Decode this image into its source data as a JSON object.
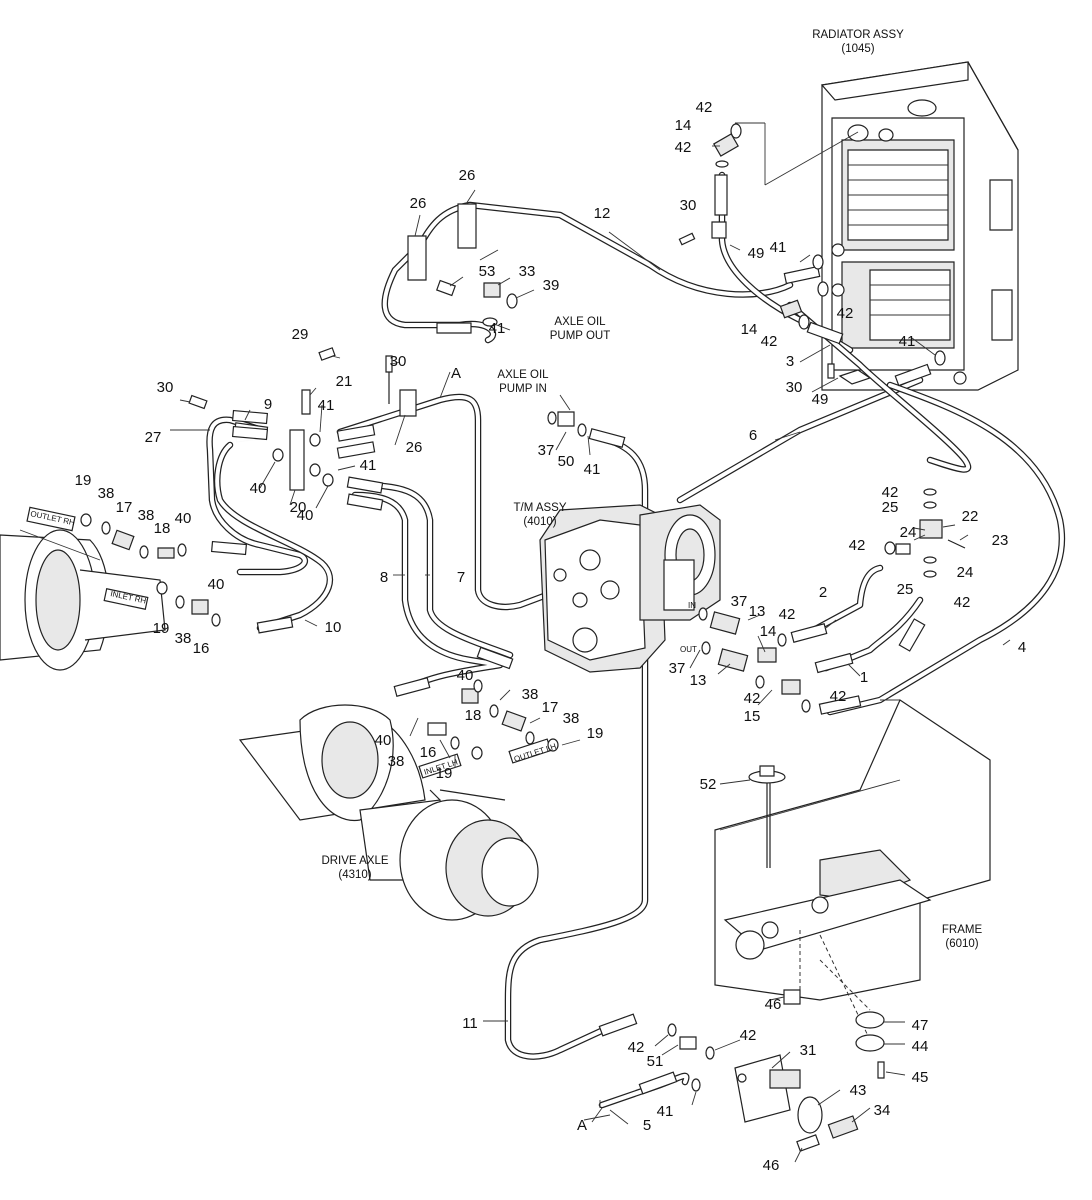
{
  "assemblies": {
    "radiator": {
      "name": "RADIATOR ASSY",
      "code": "(1045)"
    },
    "transmission": {
      "name": "T/M ASSY",
      "code": "(4010)"
    },
    "drive_axle": {
      "name": "DRIVE AXLE",
      "code": "(4310)"
    },
    "frame": {
      "name": "FRAME",
      "code": "(6010)"
    }
  },
  "annotations": {
    "axle_oil_pump_out_1": "AXLE OIL",
    "axle_oil_pump_out_2": "PUMP OUT",
    "axle_oil_pump_in_1": "AXLE OIL",
    "axle_oil_pump_in_2": "PUMP IN",
    "port_in": "IN",
    "port_out": "OUT",
    "outlet_rh": "OUTLET RH",
    "inlet_rh": "INLET RH",
    "inlet_lh": "INLET LH",
    "outlet_lh": "OUTLET LH",
    "connector_a": "A"
  },
  "part_labels": [
    "42",
    "14",
    "42",
    "30",
    "49",
    "41",
    "26",
    "26",
    "12",
    "53",
    "33",
    "39",
    "41",
    "14",
    "42",
    "42",
    "3",
    "41",
    "30",
    "49",
    "29",
    "30",
    "21",
    "30",
    "9",
    "41",
    "27",
    "26",
    "41",
    "40",
    "20",
    "40",
    "19",
    "38",
    "17",
    "38",
    "18",
    "40",
    "19",
    "38",
    "40",
    "16",
    "10",
    "8",
    "7",
    "6",
    "37",
    "50",
    "41",
    "42",
    "25",
    "22",
    "24",
    "23",
    "42",
    "24",
    "25",
    "42",
    "37",
    "13",
    "42",
    "14",
    "2",
    "37",
    "13",
    "42",
    "15",
    "1",
    "42",
    "4",
    "40",
    "18",
    "38",
    "17",
    "38",
    "19",
    "40",
    "16",
    "38",
    "19",
    "52",
    "46",
    "47",
    "44",
    "45",
    "11",
    "42",
    "51",
    "42",
    "31",
    "41",
    "5",
    "43",
    "34",
    "46",
    "A"
  ]
}
